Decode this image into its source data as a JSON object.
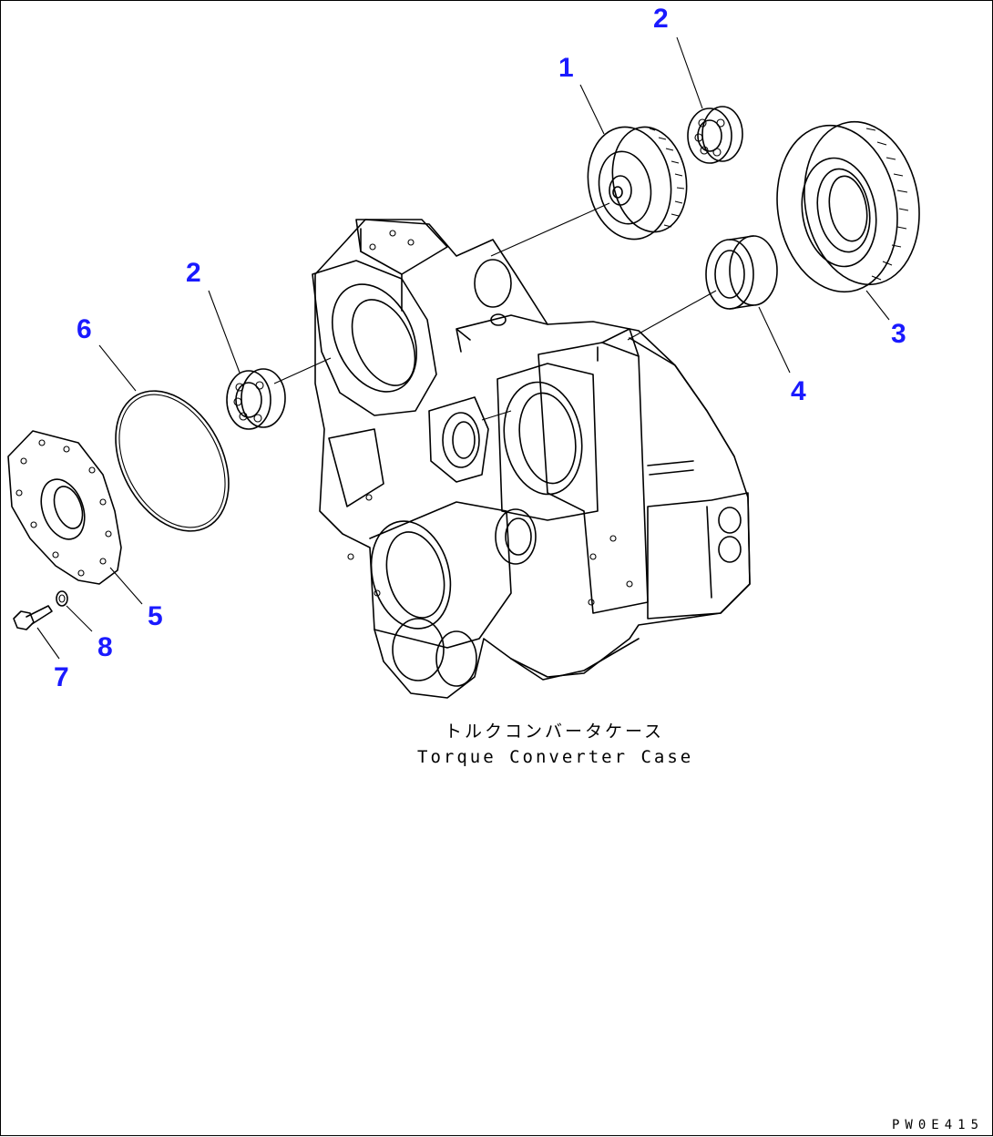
{
  "diagram": {
    "caption_jp": "トルクコンバータケース",
    "caption_en": "Torque Converter Case",
    "drawing_code": "PW0E415",
    "callout_color": "#1a1aff",
    "callouts": [
      "1",
      "2",
      "2",
      "3",
      "4",
      "5",
      "6",
      "7",
      "8"
    ]
  }
}
